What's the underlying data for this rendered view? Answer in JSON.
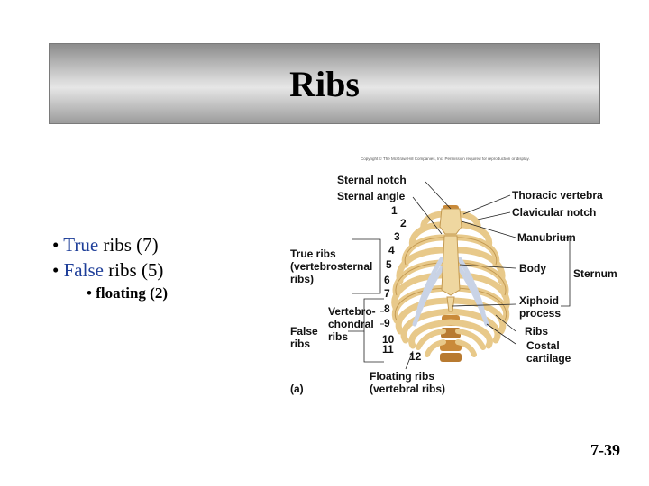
{
  "slide": {
    "title": "Ribs",
    "bullets": [
      {
        "bullet": "•",
        "keyword": "True",
        "rest": " ribs (7)"
      },
      {
        "bullet": "•",
        "keyword": "False",
        "rest": " ribs (5)"
      }
    ],
    "sub_bullet": "• floating (2)",
    "slide_number": "7-39"
  },
  "figure": {
    "copyright": "Copyright © The McGraw-Hill Companies, Inc. Permission required for reproduction or display.",
    "labels": {
      "sternal_notch": "Sternal notch",
      "sternal_angle": "Sternal angle",
      "thoracic_vertebra": "Thoracic vertebra",
      "clavicular_notch": "Clavicular notch",
      "manubrium": "Manubrium",
      "body": "Body",
      "sternum": "Sternum",
      "xiphoid_1": "Xiphoid",
      "xiphoid_2": "process",
      "ribs": "Ribs",
      "costal_1": "Costal",
      "costal_2": "cartilage",
      "true_ribs_1": "True ribs",
      "true_ribs_2": "(vertebrosternal",
      "true_ribs_3": "ribs)",
      "vc_1": "Vertebro-",
      "vc_2": "chondral",
      "vc_3": "ribs",
      "false_ribs_1": "False",
      "false_ribs_2": "ribs",
      "floating_1": "Floating ribs",
      "floating_2": "(vertebral ribs)",
      "panel": "(a)"
    },
    "rib_numbers": [
      "1",
      "2",
      "3",
      "4",
      "5",
      "6",
      "7",
      "8",
      "9",
      "10",
      "11",
      "12"
    ]
  },
  "colors": {
    "bone": "#e8c98a",
    "bone_dark": "#c49a52",
    "cartilage": "#c9d3e6",
    "vertebra": "#c98a3a",
    "keyword_blue": "#1f3f99"
  }
}
